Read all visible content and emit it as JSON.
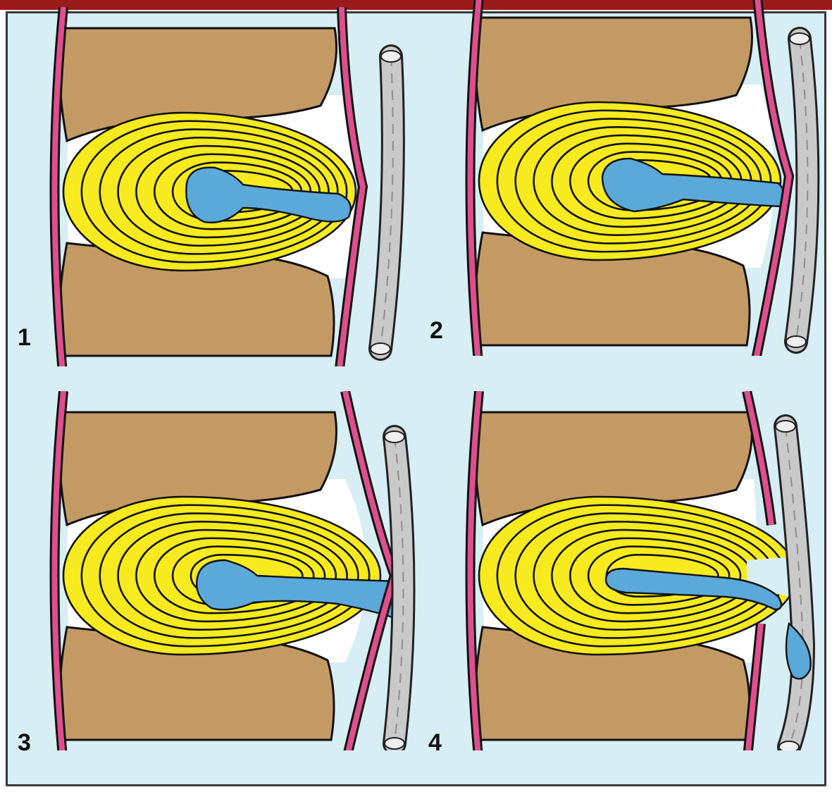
{
  "figure": {
    "panels": [
      {
        "number": "1",
        "stage": 1
      },
      {
        "number": "2",
        "stage": 2
      },
      {
        "number": "3",
        "stage": 3
      },
      {
        "number": "4",
        "stage": 4
      }
    ]
  },
  "colors": {
    "top_bar": "#9b1b1b",
    "background": "#d6eef4",
    "vertebral_body": "#c49a64",
    "annulus_fibrosus": "#f7ea1e",
    "nucleus_pulposus": "#5aa9d9",
    "ligament": "#de4f8e",
    "nerve_root": "#c9c9c9",
    "outline": "#111111"
  }
}
